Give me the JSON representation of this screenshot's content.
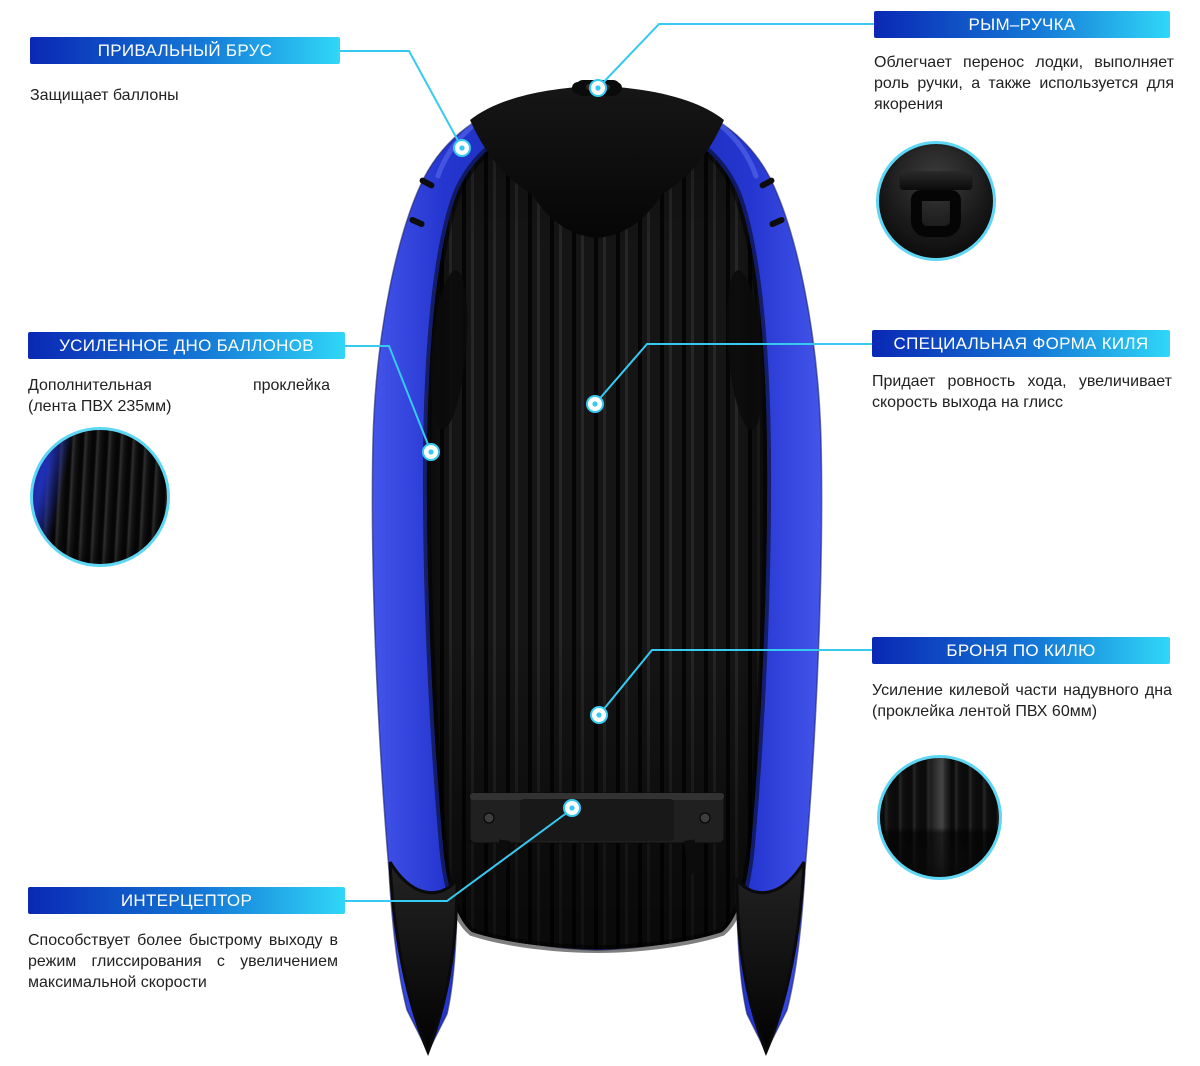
{
  "illustration": {
    "alt": "Надувная лодка ПВХ (сине-чёрная), вид снизу на надувное дно"
  },
  "colors": {
    "pill-dark": "#0a28b4",
    "pill-mid": "#1478d6",
    "pill-cyan": "#30d7f8",
    "connector": "#38c9f1",
    "text-color": "#212121",
    "tube-light": "#4355ea",
    "tube-mid": "#2436cf",
    "tube-dark": "#1927ae"
  },
  "callouts": [
    {
      "id": "gunwale",
      "label": "ПРИВАЛЬНЫЙ БРУС",
      "description": "Защищает баллоны"
    },
    {
      "id": "bow-handle",
      "label": "РЫМ–РУЧКА",
      "description": "Облегчает перенос лодки, выполняет роль ручки, а также используется для якорения"
    },
    {
      "id": "reinforced-tube-bottom",
      "label": "УСИЛЕННОЕ ДНО БАЛЛОНОВ",
      "description_line1": "Дополнительная проклейка",
      "description_line2": "(лента ПВХ 235мм)"
    },
    {
      "id": "keel-shape",
      "label": "СПЕЦИАЛЬНАЯ ФОРМА КИЛЯ",
      "description": "Придает ровность хода, увеличивает скорость выхода на глисс"
    },
    {
      "id": "keel-armor",
      "label": "БРОНЯ ПО КИЛЮ",
      "description": "Усиление килевой части надувного дна (проклейка лентой ПВХ 60мм)"
    },
    {
      "id": "interceptor",
      "label": "ИНТЕРЦЕПТОР",
      "description": "Способствует более быстрому выходу в режим глиссирования с увеличением максимальной скорости"
    }
  ]
}
